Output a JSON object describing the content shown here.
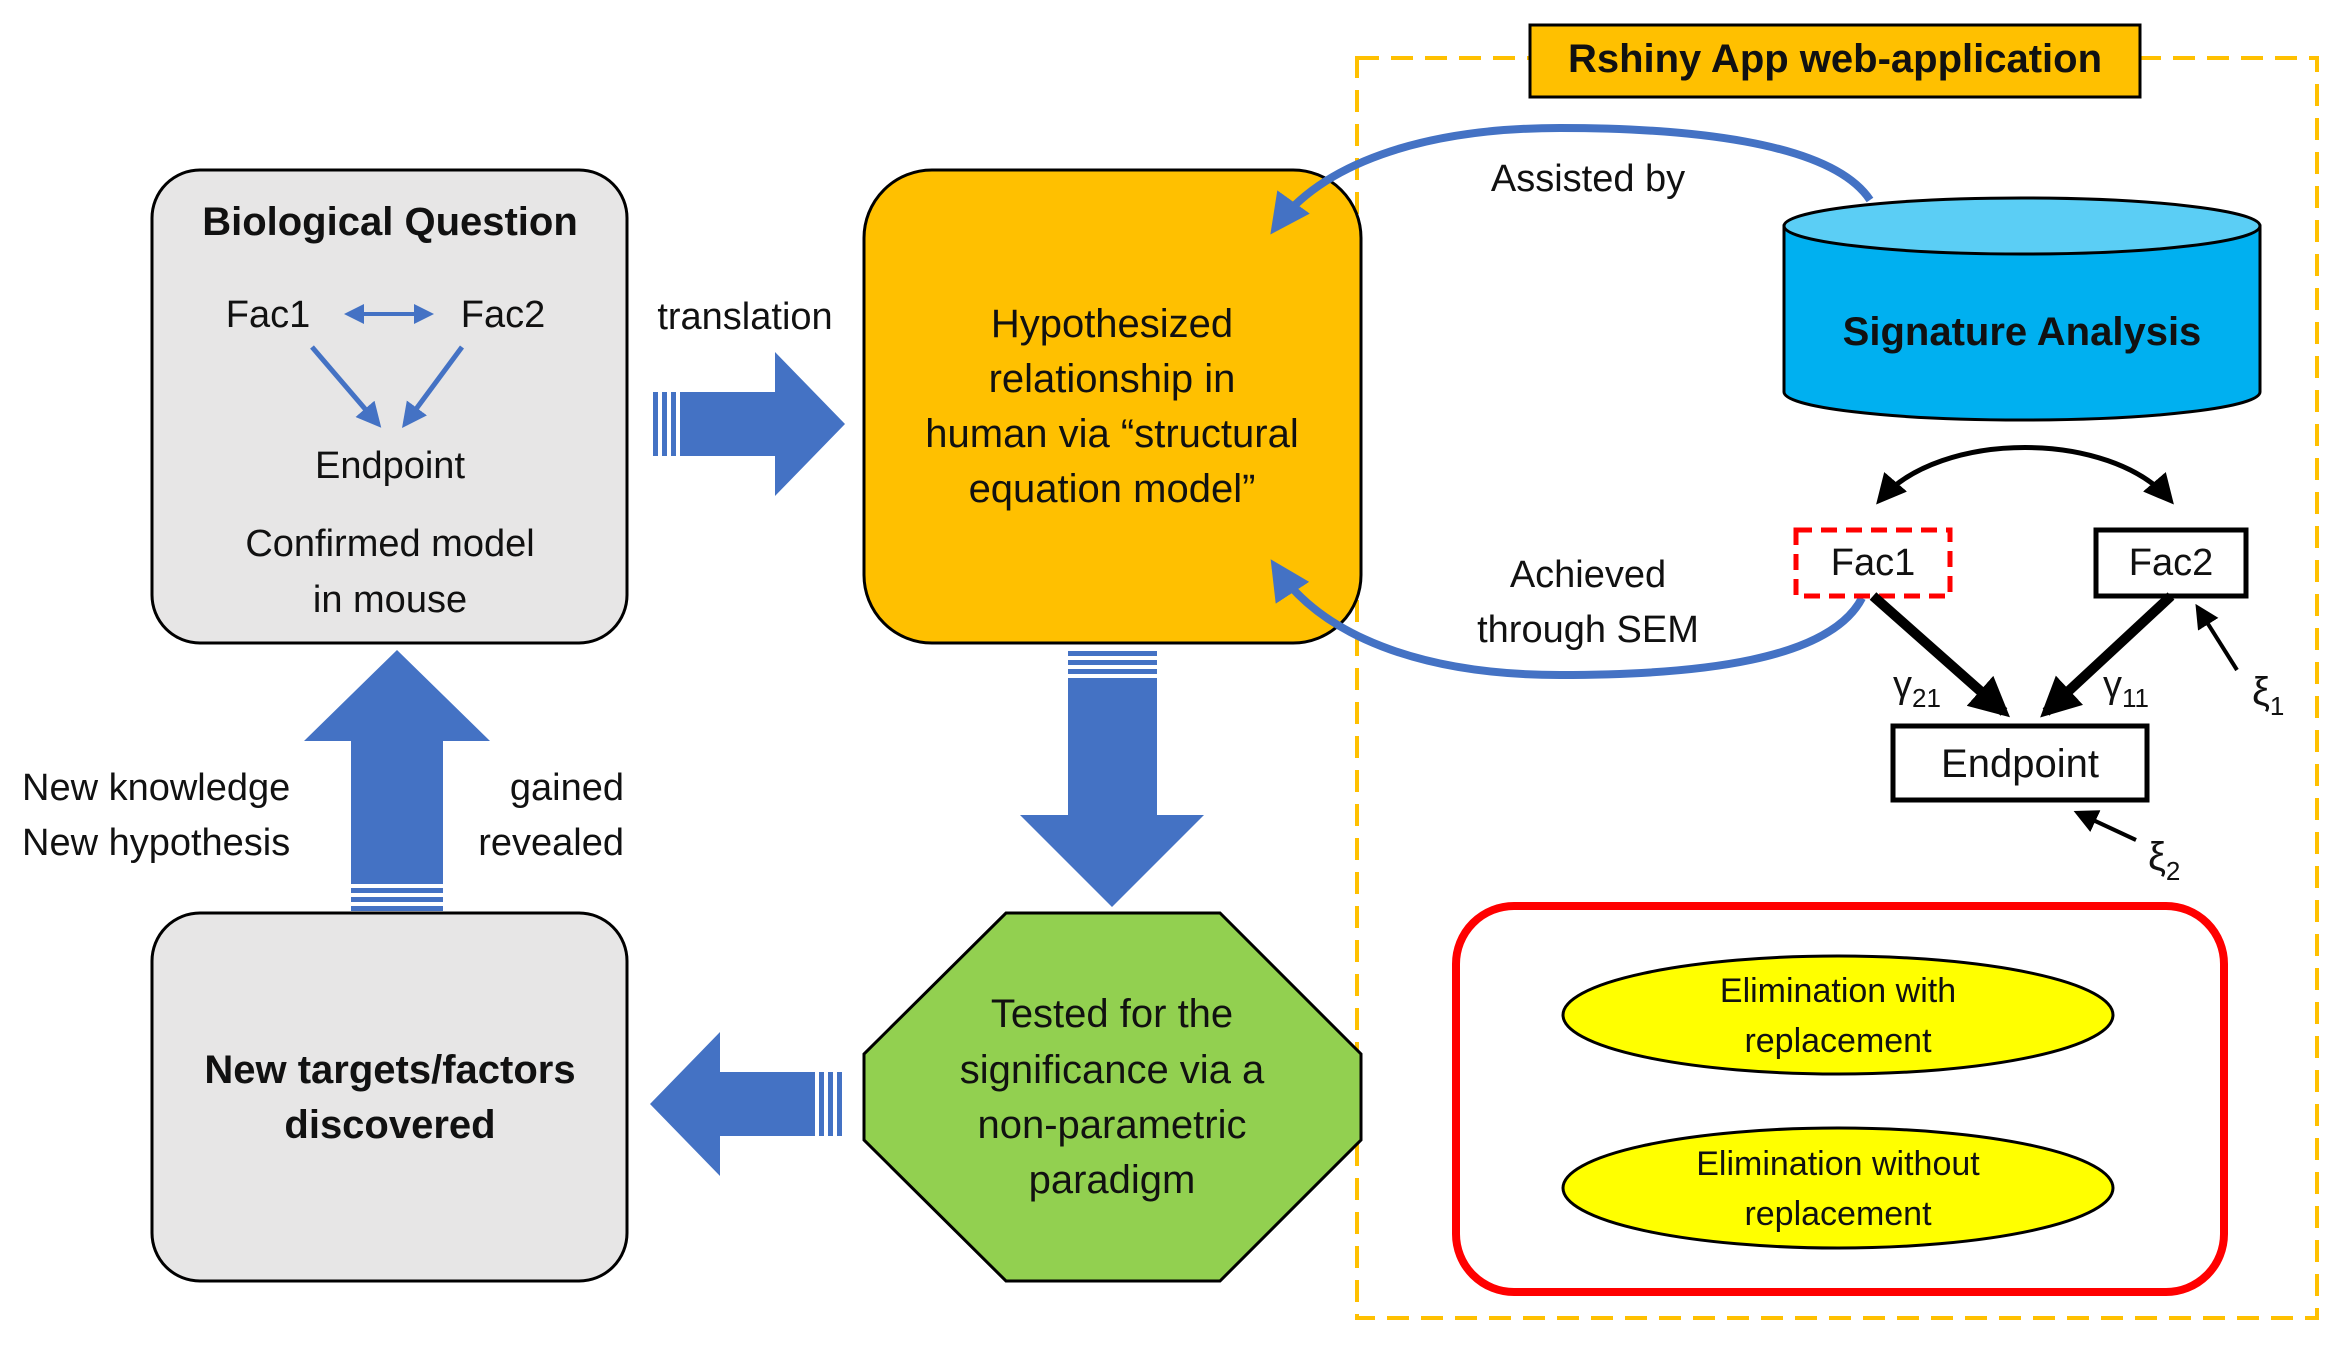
{
  "panel": {
    "title": "Rshiny App web-application",
    "assisted_by": "Assisted by",
    "achieved_line1": "Achieved",
    "achieved_line2": "through SEM",
    "signature": "Signature Analysis"
  },
  "bio_question": {
    "title": "Biological Question",
    "fac1": "Fac1",
    "fac2": "Fac2",
    "endpoint": "Endpoint",
    "confirmed_line1": "Confirmed model",
    "confirmed_line2": "in mouse"
  },
  "translation": "translation",
  "hypothesis": {
    "line1": "Hypothesized",
    "line2": "relationship in",
    "line3": "human via “structural",
    "line4": "equation model”"
  },
  "tested": {
    "line1": "Tested for the",
    "line2": "significance via a",
    "line3": "non-parametric",
    "line4": "paradigm"
  },
  "new_targets": {
    "line1": "New targets/factors",
    "line2": "discovered"
  },
  "loop_labels": {
    "left_line1": "New knowledge",
    "left_line2": "New hypothesis",
    "right_line1": "gained",
    "right_line2": "revealed"
  },
  "sem": {
    "fac1": "Fac1",
    "fac2": "Fac2",
    "endpoint": "Endpoint",
    "gamma21": "γ",
    "gamma21_sub": "21",
    "gamma11": "γ",
    "gamma11_sub": "11",
    "xi1": "ξ",
    "xi1_sub": "1",
    "xi2": "ξ",
    "xi2_sub": "2"
  },
  "elimination": {
    "with_line1": "Elimination with",
    "with_line2": "replacement",
    "without_line1": "Elimination without",
    "without_line2": "replacement"
  },
  "colors": {
    "arrow_blue": "#4472c4",
    "gray_box": "#e7e6e6",
    "orange": "#ffc000",
    "green": "#92d050",
    "cylinder_blue": "#00b0f0",
    "cylinder_top": "#5bcef5",
    "red": "#ff0000",
    "yellow": "#ffff00",
    "panel_border": "#ffc000"
  }
}
